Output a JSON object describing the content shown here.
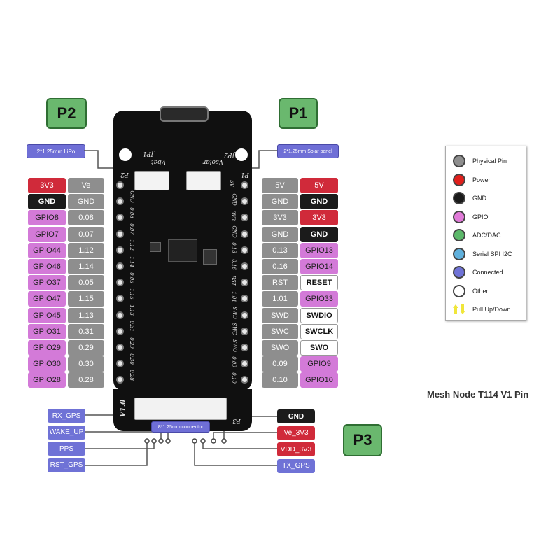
{
  "headers": {
    "p1": "P1",
    "p2": "P2",
    "p3": "P3"
  },
  "connectors": {
    "lipo": "2*1.25mm LiPo",
    "solar": "2*1.25mm Solar panel",
    "p3": "8*1.25mm connector"
  },
  "board_marks": {
    "jp1": "JP1",
    "jp2": "JP2",
    "vbat": "Vbat",
    "vsolar": "Vsolar",
    "p2": "P2",
    "p1": "P1",
    "p3": "P3",
    "version": "V1.0"
  },
  "left_pins": [
    {
      "func": "3V3",
      "pin": "Ve",
      "func_color": "red"
    },
    {
      "func": "GND",
      "pin": "GND",
      "func_color": "black"
    },
    {
      "func": "GPIO8",
      "pin": "0.08",
      "func_color": "pink"
    },
    {
      "func": "GPIO7",
      "pin": "0.07",
      "func_color": "pink"
    },
    {
      "func": "GPIO44",
      "pin": "1.12",
      "func_color": "pink"
    },
    {
      "func": "GPIO46",
      "pin": "1.14",
      "func_color": "pink"
    },
    {
      "func": "GPIO37",
      "pin": "0.05",
      "func_color": "pink"
    },
    {
      "func": "GPIO47",
      "pin": "1.15",
      "func_color": "pink"
    },
    {
      "func": "GPIO45",
      "pin": "1.13",
      "func_color": "pink"
    },
    {
      "func": "GPIO31",
      "pin": "0.31",
      "func_color": "pink"
    },
    {
      "func": "GPIO29",
      "pin": "0.29",
      "func_color": "pink"
    },
    {
      "func": "GPIO30",
      "pin": "0.30",
      "func_color": "pink"
    },
    {
      "func": "GPIO28",
      "pin": "0.28",
      "func_color": "pink"
    }
  ],
  "right_pins": [
    {
      "pin": "5V",
      "func": "5V",
      "func_color": "red"
    },
    {
      "pin": "GND",
      "func": "GND",
      "func_color": "black"
    },
    {
      "pin": "3V3",
      "func": "3V3",
      "func_color": "red"
    },
    {
      "pin": "GND",
      "func": "GND",
      "func_color": "black"
    },
    {
      "pin": "0.13",
      "func": "GPIO13",
      "func_color": "pink"
    },
    {
      "pin": "0.16",
      "func": "GPIO14",
      "func_color": "pink"
    },
    {
      "pin": "RST",
      "func": "RESET",
      "func_color": "white"
    },
    {
      "pin": "1.01",
      "func": "GPIO33",
      "func_color": "pink"
    },
    {
      "pin": "SWD",
      "func": "SWDIO",
      "func_color": "white"
    },
    {
      "pin": "SWC",
      "func": "SWCLK",
      "func_color": "white"
    },
    {
      "pin": "SWO",
      "func": "SWO",
      "func_color": "white"
    },
    {
      "pin": "0.09",
      "func": "GPIO9",
      "func_color": "pink"
    },
    {
      "pin": "0.10",
      "func": "GPIO10",
      "func_color": "pink"
    }
  ],
  "p3_left": [
    "RX_GPS",
    "WAKE_UP",
    "PPS",
    "RST_GPS"
  ],
  "p3_right": [
    {
      "label": "GND",
      "color": "black"
    },
    {
      "label": "Ve_3V3",
      "color": "red"
    },
    {
      "label": "VDD_3V3",
      "color": "red"
    },
    {
      "label": "TX_GPS",
      "color": "blue"
    }
  ],
  "legend": [
    {
      "label": "Physical Pin",
      "color": "#8e8e8e",
      "icon": "gray-dot-icon"
    },
    {
      "label": "Power",
      "color": "#e0201c",
      "icon": "red-dot-icon"
    },
    {
      "label": "GND",
      "color": "#1b1b1b",
      "icon": "black-dot-icon"
    },
    {
      "label": "GPIO",
      "color": "#e07ad8",
      "icon": "pink-dot-icon"
    },
    {
      "label": "ADC/DAC",
      "color": "#5cb86a",
      "icon": "green-dot-icon"
    },
    {
      "label": "Serial SPI I2C",
      "color": "#5fb0dc",
      "icon": "lightblue-dot-icon"
    },
    {
      "label": "Connected",
      "color": "#6f72d6",
      "icon": "blue-dot-icon"
    },
    {
      "label": "Other",
      "color": "#ffffff",
      "icon": "white-dot-icon"
    },
    {
      "label": "Pull Up/Down",
      "color": "#f0e63a",
      "icon": "yellow-arrows-icon"
    }
  ],
  "title": "Mesh Node T114 V1 Pin",
  "pin_digits_left": [
    "0.28",
    "0.30",
    "0.29",
    "0.31",
    "1.13",
    "1.15",
    "0.05",
    "1.14",
    "1.12",
    "0.07",
    "0.08",
    "GND"
  ],
  "pin_digits_right": [
    "0.10",
    "0.09",
    "SWO",
    "SWC",
    "SWD",
    "1.01",
    "RST",
    "0.16",
    "0.13",
    "GND",
    "3V3",
    "GND",
    "5V"
  ]
}
